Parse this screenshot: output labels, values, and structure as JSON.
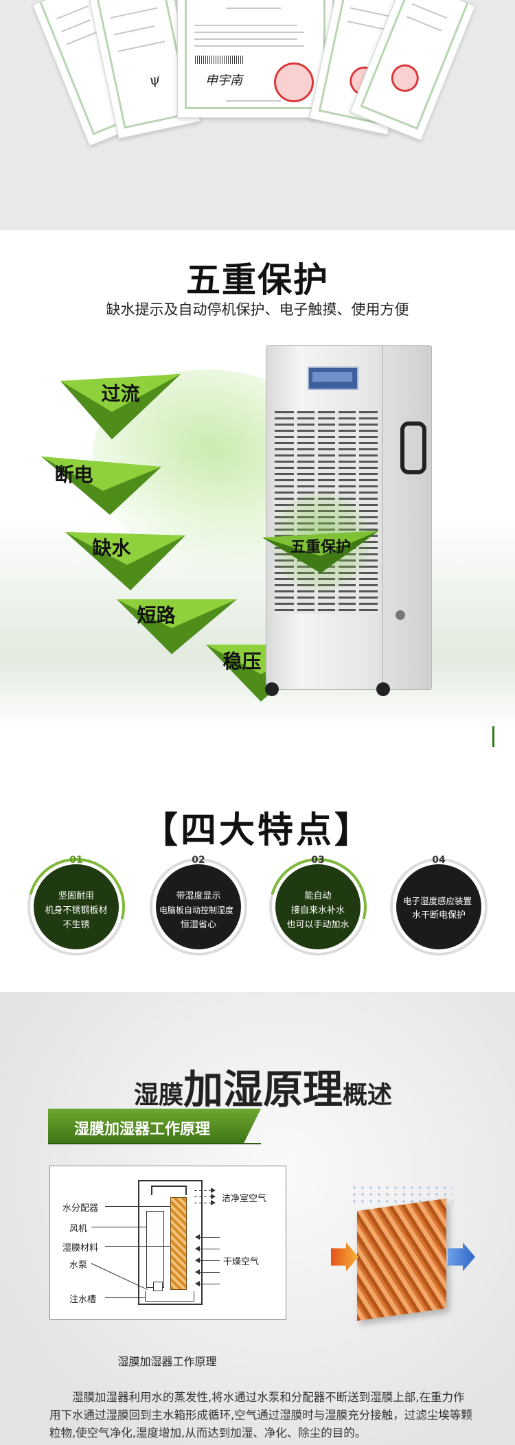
{
  "certificates": {
    "signature": "申宇南",
    "items": [
      "cert-1",
      "cert-2",
      "cert-3",
      "cert-4",
      "cert-5"
    ]
  },
  "five": {
    "title": "五重保护",
    "subtitle": "缺水提示及自动停机保护、电子触摸、使用方便",
    "items": [
      "过流",
      "断电",
      "缺水",
      "短路",
      "稳压"
    ],
    "center_label": "五重保护",
    "accent": "#5a9a22"
  },
  "four": {
    "title": "【四大特点】",
    "features": [
      {
        "num": "01",
        "lines": [
          "坚固耐用",
          "机身不锈钢板材",
          "不生锈"
        ]
      },
      {
        "num": "02",
        "lines": [
          "带湿度显示",
          "电脑板自动控制湿度",
          "恒湿省心"
        ]
      },
      {
        "num": "03",
        "lines": [
          "能自动",
          "接自来水补水",
          "也可以手动加水"
        ]
      },
      {
        "num": "04",
        "lines": [
          "电子湿度感应装置",
          "水干断电保护"
        ]
      }
    ]
  },
  "principle": {
    "title_a": "湿膜",
    "title_b": "加湿原理",
    "title_c": "概述",
    "ribbon": "湿膜加湿器工作原理",
    "labels": {
      "distributor": "水分配器",
      "fan": "风机",
      "material": "湿膜材料",
      "pump": "水泵",
      "inlet": "注水槽",
      "clean_air": "洁净室空气",
      "dry_air": "干燥空气"
    },
    "caption": "湿膜加湿器工作原理",
    "paragraph": "湿膜加湿器利用水的蒸发性,将水通过水泵和分配器不断送到湿膜上部,在重力作用下水通过湿膜回到主水箱形成循环,空气通过湿膜时与湿膜充分接触，过滤尘埃等颗粒物,使空气净化,湿度增加,从而达到加湿、净化、除尘的目的。"
  }
}
